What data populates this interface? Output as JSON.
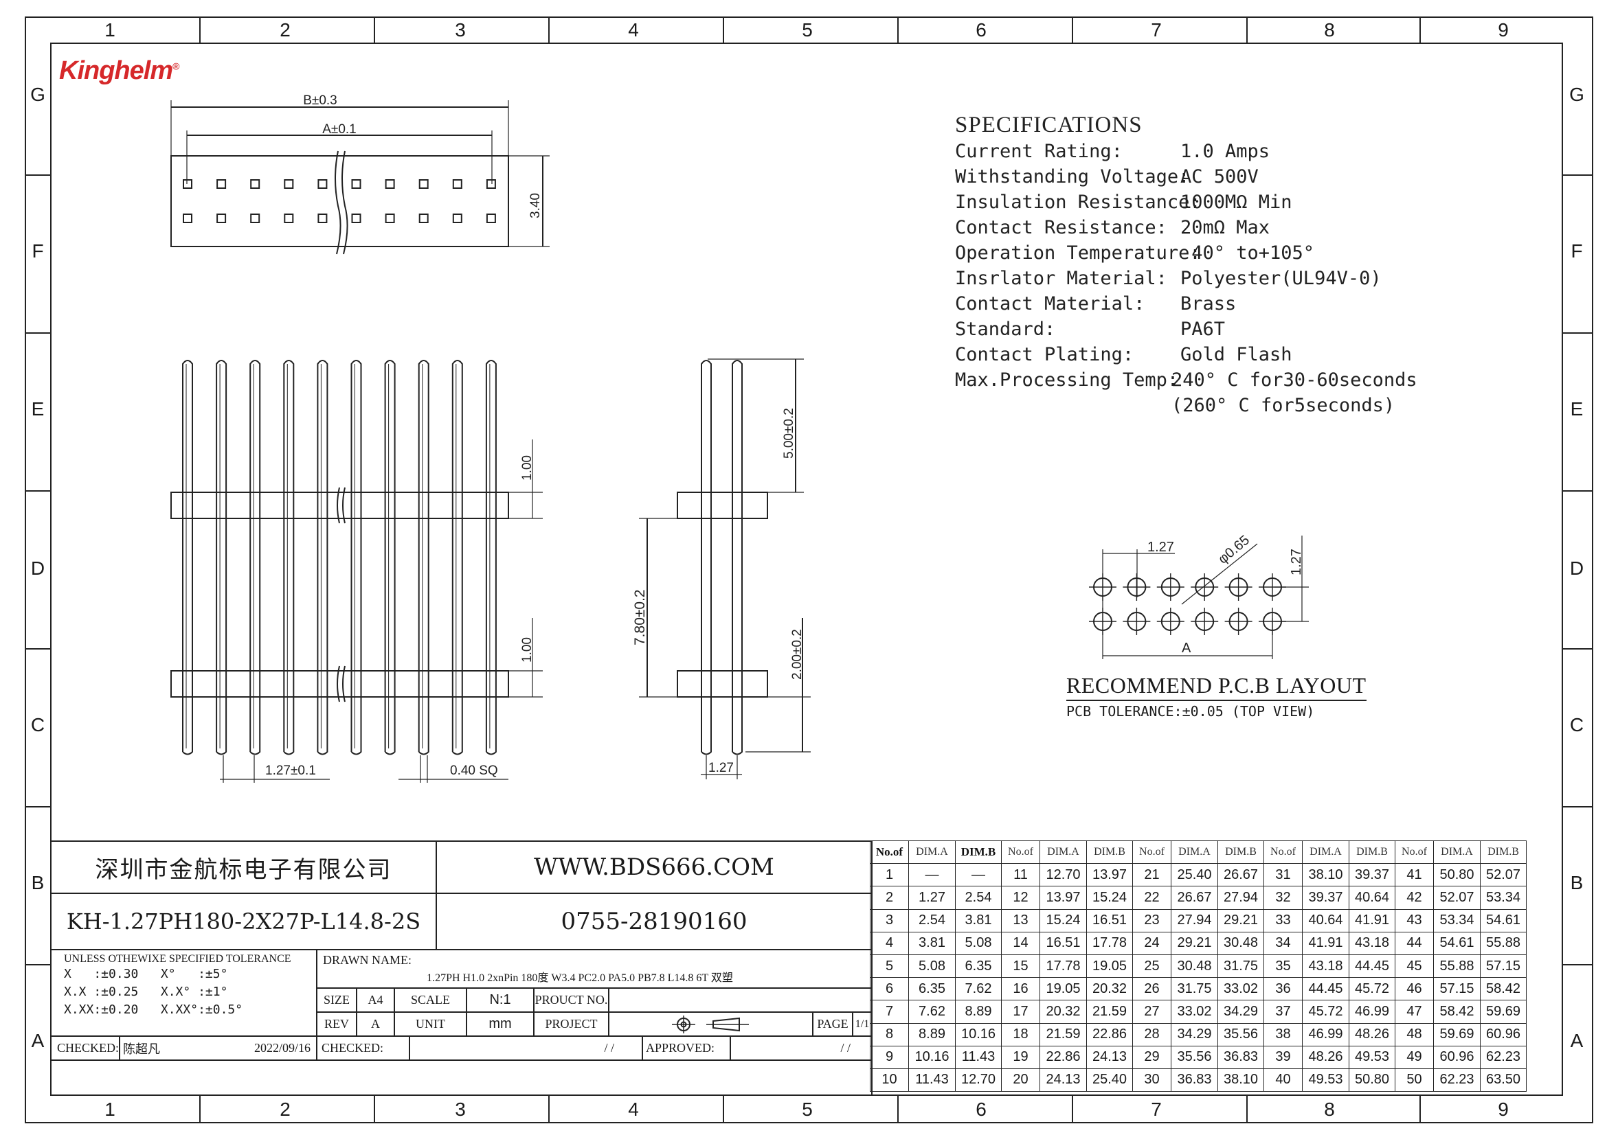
{
  "logo": "Kinghelm",
  "zones": {
    "columns": [
      "1",
      "2",
      "3",
      "4",
      "5",
      "6",
      "7",
      "8",
      "9"
    ],
    "rows": [
      "G",
      "F",
      "E",
      "D",
      "C",
      "B",
      "A"
    ]
  },
  "dimensions": {
    "b": "B±0.3",
    "a": "A±0.1",
    "h340": "3.40",
    "h100a": "1.00",
    "h100b": "1.00",
    "pitch": "1.27±0.1",
    "pin": "0.40 SQ",
    "h500": "5.00±0.2",
    "h780": "7.80±0.2",
    "h200": "2.00±0.2",
    "side_pitch": "1.27",
    "pcb_pitch_x": "1.27",
    "pcb_hole": "φ0.65",
    "pcb_pitch_y": "1.27",
    "pcb_a": "A"
  },
  "specs": {
    "title": "SPECIFICATIONS",
    "rows": [
      {
        "k": "Current Rating:",
        "v": "1.0 Amps"
      },
      {
        "k": "Withstanding Voltage:",
        "v": "AC 500V"
      },
      {
        "k": "Insulation Resistance:",
        "v": "1000MΩ Min"
      },
      {
        "k": "Contact Resistance:",
        "v": "20mΩ Max"
      },
      {
        "k": "Operation Temperature:",
        "v": "-40° to+105°"
      },
      {
        "k": "Insrlator Material:",
        "v": "Polyester(UL94V-0)"
      },
      {
        "k": "Contact Material:",
        "v": "Brass"
      },
      {
        "k": "Standard:",
        "v": "PA6T"
      },
      {
        "k": "Contact Plating:",
        "v": "Gold Flash"
      },
      {
        "k": "Max.Processing Temp:",
        "v": "240° C for30-60seconds"
      },
      {
        "k": "",
        "v": "(260° C for5seconds)"
      }
    ]
  },
  "pcb": {
    "title": "RECOMMEND P.C.B LAYOUT",
    "subtitle": "PCB TOLERANCE:±0.05 (TOP VIEW)"
  },
  "title_block": {
    "company": "深圳市金航标电子有限公司",
    "website": "WWW.BDS666.COM",
    "part_no": "KH-1.27PH180-2X27P-L14.8-2S",
    "phone": "0755-28190160",
    "tol_title": "UNLESS OTHEWIXE SPECIFIED TOLERANCE",
    "tol_lines": [
      "X   :±0.30   X°   :±5°",
      "X.X :±0.25   X.X° :±1°",
      "X.XX:±0.20   X.XX°:±0.5°"
    ],
    "drawn_label": "DRAWN NAME:",
    "drawn_value": "1.27PH H1.0 2xnPin 180度 W3.4 PC2.0 PA5.0 PB7.8 L14.8 6T 双塑",
    "size_label": "SIZE",
    "size_value": "A4",
    "scale_label": "SCALE",
    "scale_value": "N:1",
    "product_label": "PROUCT NO.",
    "rev_label": "REV",
    "rev_value": "A",
    "unit_label": "UNIT",
    "unit_value": "mm",
    "project_label": "PROJECT",
    "page_label": "PAGE",
    "page_value": "1/1",
    "checked1_label": "CHECKED:",
    "checked1_name": "陈超凡",
    "checked1_date": "2022/09/16",
    "checked2_label": "CHECKED:",
    "checked2_date": "/   /",
    "approved_label": "APPROVED:",
    "approved_date": "/   /"
  },
  "dim_table": {
    "headers": [
      "No.of",
      "DIM.A",
      "DIM.B"
    ],
    "rows": [
      [
        [
          "1",
          "—",
          "—"
        ],
        [
          "11",
          "12.70",
          "13.97"
        ],
        [
          "21",
          "25.40",
          "26.67"
        ],
        [
          "31",
          "38.10",
          "39.37"
        ],
        [
          "41",
          "50.80",
          "52.07"
        ]
      ],
      [
        [
          "2",
          "1.27",
          "2.54"
        ],
        [
          "12",
          "13.97",
          "15.24"
        ],
        [
          "22",
          "26.67",
          "27.94"
        ],
        [
          "32",
          "39.37",
          "40.64"
        ],
        [
          "42",
          "52.07",
          "53.34"
        ]
      ],
      [
        [
          "3",
          "2.54",
          "3.81"
        ],
        [
          "13",
          "15.24",
          "16.51"
        ],
        [
          "23",
          "27.94",
          "29.21"
        ],
        [
          "33",
          "40.64",
          "41.91"
        ],
        [
          "43",
          "53.34",
          "54.61"
        ]
      ],
      [
        [
          "4",
          "3.81",
          "5.08"
        ],
        [
          "14",
          "16.51",
          "17.78"
        ],
        [
          "24",
          "29.21",
          "30.48"
        ],
        [
          "34",
          "41.91",
          "43.18"
        ],
        [
          "44",
          "54.61",
          "55.88"
        ]
      ],
      [
        [
          "5",
          "5.08",
          "6.35"
        ],
        [
          "15",
          "17.78",
          "19.05"
        ],
        [
          "25",
          "30.48",
          "31.75"
        ],
        [
          "35",
          "43.18",
          "44.45"
        ],
        [
          "45",
          "55.88",
          "57.15"
        ]
      ],
      [
        [
          "6",
          "6.35",
          "7.62"
        ],
        [
          "16",
          "19.05",
          "20.32"
        ],
        [
          "26",
          "31.75",
          "33.02"
        ],
        [
          "36",
          "44.45",
          "45.72"
        ],
        [
          "46",
          "57.15",
          "58.42"
        ]
      ],
      [
        [
          "7",
          "7.62",
          "8.89"
        ],
        [
          "17",
          "20.32",
          "21.59"
        ],
        [
          "27",
          "33.02",
          "34.29"
        ],
        [
          "37",
          "45.72",
          "46.99"
        ],
        [
          "47",
          "58.42",
          "59.69"
        ]
      ],
      [
        [
          "8",
          "8.89",
          "10.16"
        ],
        [
          "18",
          "21.59",
          "22.86"
        ],
        [
          "28",
          "34.29",
          "35.56"
        ],
        [
          "38",
          "46.99",
          "48.26"
        ],
        [
          "48",
          "59.69",
          "60.96"
        ]
      ],
      [
        [
          "9",
          "10.16",
          "11.43"
        ],
        [
          "19",
          "22.86",
          "24.13"
        ],
        [
          "29",
          "35.56",
          "36.83"
        ],
        [
          "39",
          "48.26",
          "49.53"
        ],
        [
          "49",
          "60.96",
          "62.23"
        ]
      ],
      [
        [
          "10",
          "11.43",
          "12.70"
        ],
        [
          "20",
          "24.13",
          "25.40"
        ],
        [
          "30",
          "36.83",
          "38.10"
        ],
        [
          "40",
          "49.53",
          "50.80"
        ],
        [
          "50",
          "62.23",
          "63.50"
        ]
      ]
    ]
  }
}
